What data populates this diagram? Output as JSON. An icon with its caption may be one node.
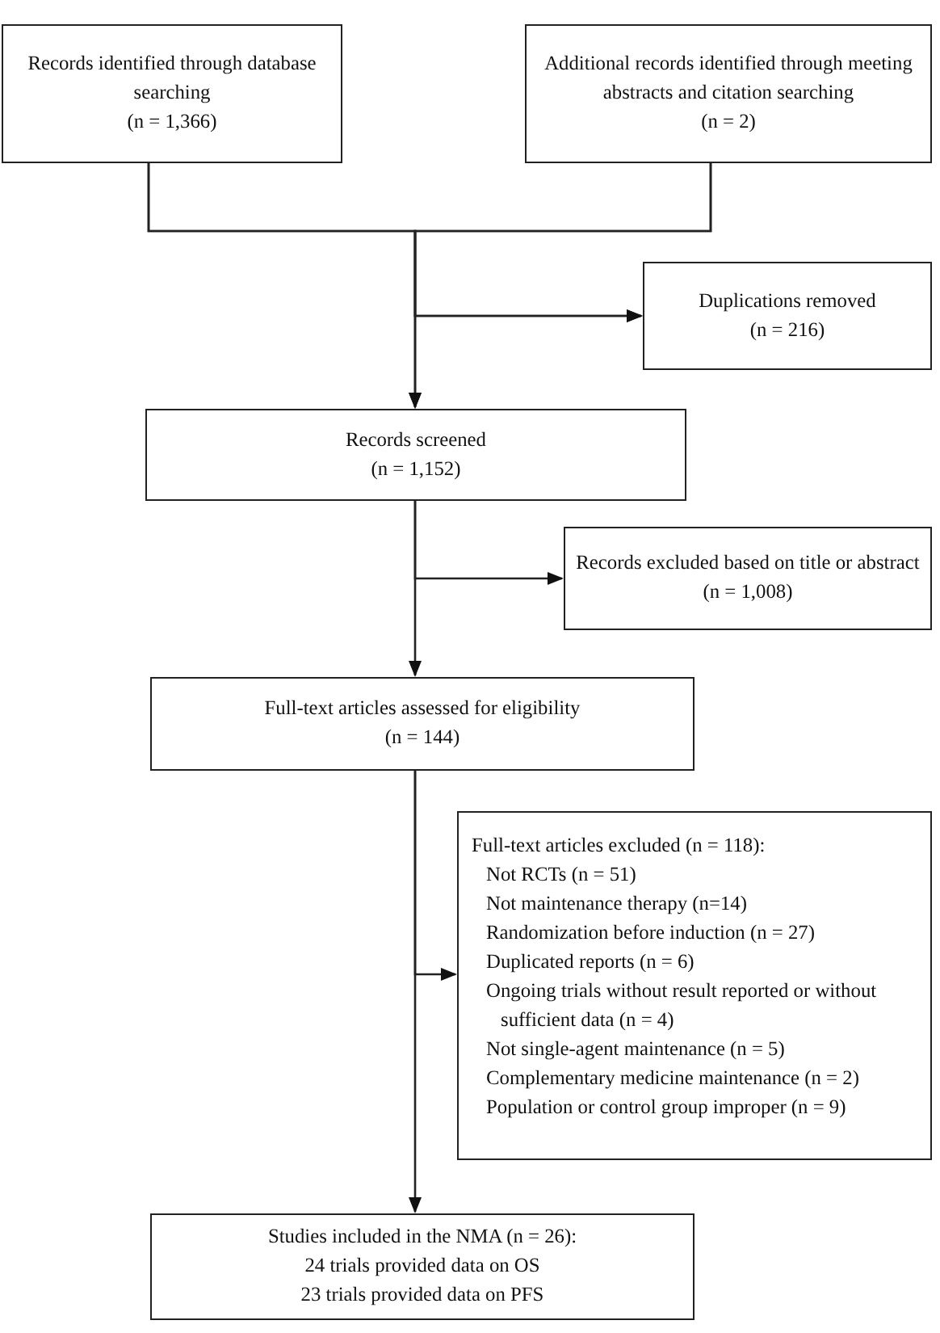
{
  "diagram": {
    "nodes": [
      {
        "text": [
          "Records identified through database searching",
          "(n = 1,366)"
        ]
      },
      {
        "text": [
          "Additional records identified through meeting abstracts and citation searching",
          "(n = 2)"
        ]
      },
      {
        "text": [
          "Duplications removed",
          "(n = 216)"
        ]
      },
      {
        "text": [
          "Records screened",
          "(n = 1,152)"
        ]
      },
      {
        "text": [
          "Records excluded based on title or abstract",
          "(n = 1,008)"
        ]
      },
      {
        "text": [
          "Full-text articles assessed for eligibility",
          "(n = 144)"
        ]
      },
      {
        "text": [
          "Full-text articles excluded (n = 118):",
          "Not RCTs (n = 51)",
          "Not maintenance therapy (n=14)",
          "Randomization before induction (n = 27)",
          "Duplicated reports (n = 6)",
          "Ongoing trials without result reported or without sufficient data (n = 4)",
          "Not single-agent maintenance (n = 5)",
          "Complementary medicine maintenance (n = 2)",
          "Population or control group improper (n = 9)"
        ]
      },
      {
        "text": [
          "Studies included in the NMA (n = 26):",
          "24 trials provided data on OS",
          "23 trials provided data on PFS"
        ]
      }
    ],
    "edges": [
      {
        "from": 0,
        "to": 2,
        "arrow": "to"
      },
      {
        "from": 1,
        "to": 2,
        "arrow": "to"
      },
      {
        "from": 0,
        "to": 3,
        "arrow": "to"
      },
      {
        "from": 1,
        "to": 3,
        "arrow": "to"
      },
      {
        "from": 3,
        "to": 4,
        "arrow": "to"
      },
      {
        "from": 3,
        "to": 5,
        "arrow": "to"
      },
      {
        "from": 5,
        "to": 6,
        "arrow": "to"
      },
      {
        "from": 5,
        "to": 7,
        "arrow": "to"
      }
    ]
  }
}
